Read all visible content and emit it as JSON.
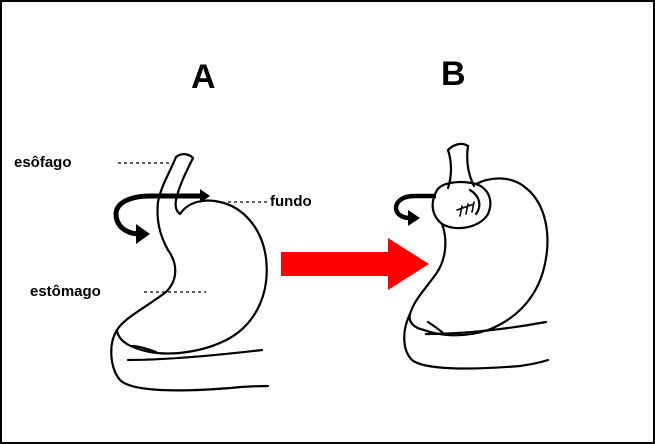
{
  "panels": {
    "a": "A",
    "b": "B"
  },
  "labels": {
    "esophagus": "esôfago",
    "fundus": "fundo",
    "stomach": "estômago"
  },
  "colors": {
    "arrow": "#ff0000",
    "line": "#000000",
    "background": "#ffffff"
  },
  "icons": [
    "rotation-arrow-icon",
    "transition-arrow-icon"
  ]
}
